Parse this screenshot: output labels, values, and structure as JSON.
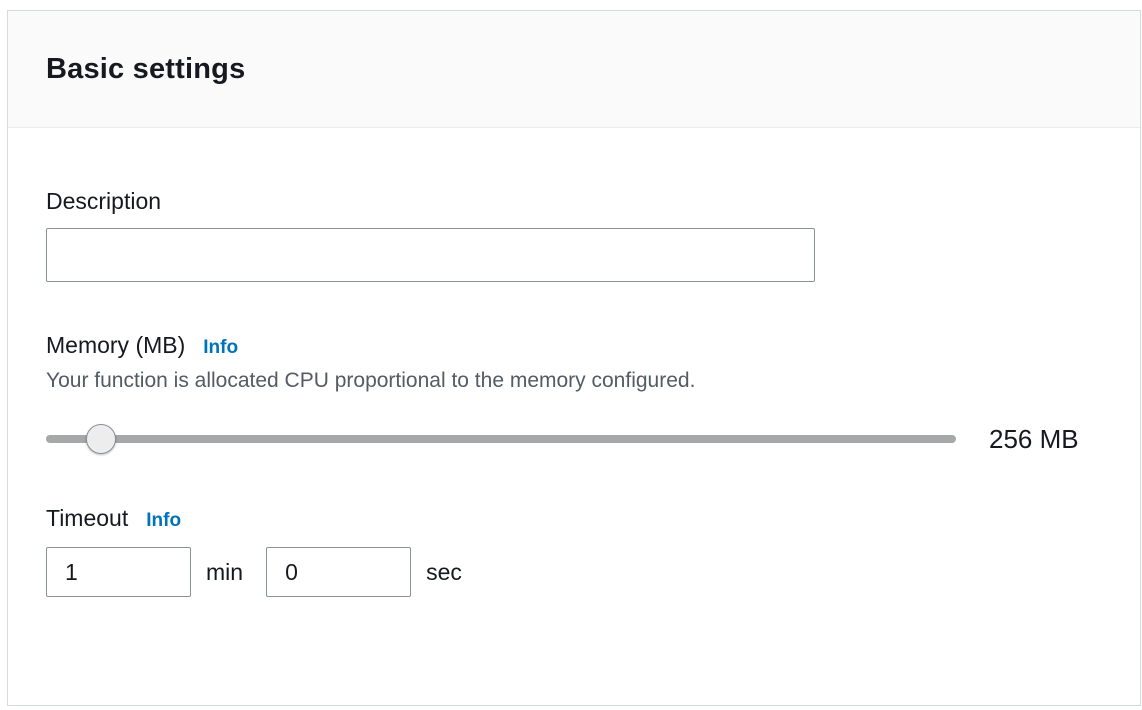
{
  "panel": {
    "title": "Basic settings"
  },
  "description": {
    "label": "Description",
    "value": "",
    "placeholder": ""
  },
  "memory": {
    "label": "Memory (MB)",
    "info_label": "Info",
    "helper": "Your function is allocated CPU proportional to the memory configured.",
    "value_display": "256 MB",
    "slider_percent": 6
  },
  "timeout": {
    "label": "Timeout",
    "info_label": "Info",
    "min_value": "1",
    "min_unit": "min",
    "sec_value": "0",
    "sec_unit": "sec"
  },
  "colors": {
    "accent_blue": "#0073bb",
    "text_dark": "#16191f",
    "helper_gray": "#545b64",
    "header_bg": "#fafafa",
    "border_gray": "#d5dbdb"
  }
}
